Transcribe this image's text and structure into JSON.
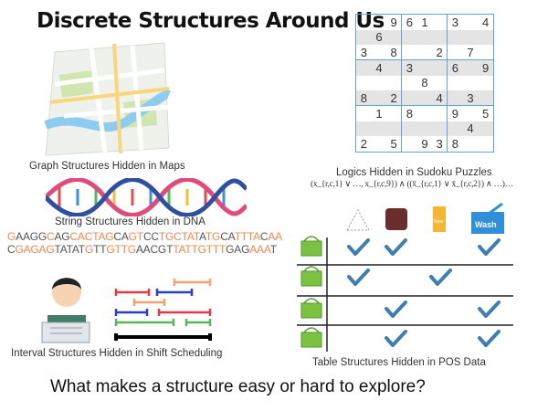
{
  "title": "Discrete Structures Around Us",
  "captions": {
    "maps": "Graph Structures Hidden in Maps",
    "dna": "String Structures Hidden in DNA",
    "intervals": "Interval Structures Hidden in Shift Scheduling",
    "sudoku": "Logics Hidden in Sudoku Puzzles",
    "pos": "Table Structures Hidden in POS Data"
  },
  "formula": "(x_{r,c,1} ∨ …, x_{r,c,9}) ∧ ((x̄_{r,c,1} ∨ x̄_{r,c,2}) ∧ …)…",
  "dna": {
    "line1": [
      [
        "o",
        "G"
      ],
      [
        "g",
        "AAGG"
      ],
      [
        "o",
        "C"
      ],
      [
        "g",
        "AG"
      ],
      [
        "o",
        "CAC"
      ],
      [
        "o",
        "TAG"
      ],
      [
        "g",
        "CA"
      ],
      [
        "o",
        "GT"
      ],
      [
        "g",
        "CC"
      ],
      [
        "o",
        "TGCTAT"
      ],
      [
        "g",
        "A"
      ],
      [
        "o",
        "TG"
      ],
      [
        "g",
        "CA"
      ],
      [
        "o",
        "TTTA"
      ],
      [
        "g",
        "C"
      ],
      [
        "o",
        "AA"
      ]
    ],
    "line2": [
      [
        "g",
        "C"
      ],
      [
        "o",
        "GAGAG"
      ],
      [
        "g",
        "TATAT"
      ],
      [
        "o",
        "G"
      ],
      [
        "g",
        "TT"
      ],
      [
        "o",
        "GTTG"
      ],
      [
        "g",
        "AACGT"
      ],
      [
        "o",
        "TATTGTTT"
      ],
      [
        "g",
        "GAG"
      ],
      [
        "o",
        "AAA"
      ],
      [
        "g",
        "T"
      ]
    ]
  },
  "sudoku": [
    [
      "",
      "",
      "9",
      "6",
      "1",
      "",
      "3",
      "",
      "4"
    ],
    [
      "",
      "6",
      "",
      "",
      "",
      "",
      "",
      "",
      ""
    ],
    [
      "3",
      "",
      "8",
      "",
      "",
      "2",
      "",
      "7",
      ""
    ],
    [
      "",
      "4",
      "",
      "3",
      "",
      "",
      "6",
      "",
      "9"
    ],
    [
      "",
      "",
      "",
      "",
      "8",
      "",
      "",
      "",
      ""
    ],
    [
      "8",
      "",
      "2",
      "",
      "",
      "4",
      "",
      "3",
      ""
    ],
    [
      "",
      "1",
      "",
      "8",
      "",
      "",
      "9",
      "",
      "5"
    ],
    [
      "",
      "",
      "",
      "",
      "",
      "",
      "",
      "4",
      ""
    ],
    [
      "2",
      "",
      "5",
      "",
      "9",
      "3",
      "8",
      "",
      ""
    ]
  ],
  "pos": {
    "items": [
      "rice-ball",
      "canned-food",
      "Beer",
      "Wash"
    ],
    "rows": [
      [
        1,
        1,
        0,
        1
      ],
      [
        1,
        0,
        1,
        0
      ],
      [
        0,
        1,
        0,
        1
      ],
      [
        0,
        1,
        0,
        1
      ]
    ]
  },
  "intervals": [
    {
      "color": "#f4a070",
      "start": 64,
      "end": 103,
      "row": 0
    },
    {
      "color": "#e33a4a",
      "start": 0,
      "end": 36,
      "row": 1
    },
    {
      "color": "#2a3fc8",
      "start": 45,
      "end": 83,
      "row": 1
    },
    {
      "color": "#f4a070",
      "start": 20,
      "end": 53,
      "row": 2
    },
    {
      "color": "#2a3fc8",
      "start": 0,
      "end": 34,
      "row": 3
    },
    {
      "color": "#e33a4a",
      "start": 47,
      "end": 103,
      "row": 3
    },
    {
      "color": "#5ab55a",
      "start": 0,
      "end": 63,
      "row": 4
    },
    {
      "color": "#5ab55a",
      "start": 77,
      "end": 103,
      "row": 4
    },
    {
      "color": "#000000",
      "start": 0,
      "end": 103,
      "row": 5
    }
  ],
  "question": "What makes a structure easy or hard to explore?"
}
